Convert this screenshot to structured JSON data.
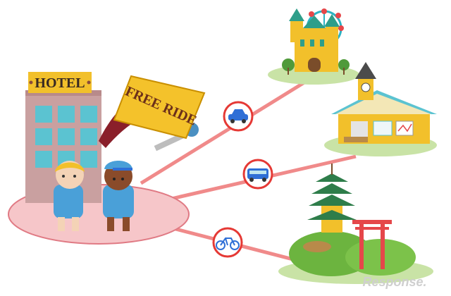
{
  "hotel": {
    "sign": "HOTEL"
  },
  "key_tag": {
    "text": "FREE RIDE"
  },
  "routes": [
    {
      "transport": "car-icon",
      "destination": "amusement-park"
    },
    {
      "transport": "bus-icon",
      "destination": "train-station"
    },
    {
      "transport": "bicycle-icon",
      "destination": "pagoda-temple"
    }
  ],
  "watermark": {
    "text": "Response."
  },
  "colors": {
    "route_line": "#f08a8a",
    "platform": "#f6c6c9",
    "hotel_wall": "#c9a0a0",
    "hotel_window": "#5bc3d1",
    "tag": "#f4c22b",
    "circle_border": "#e53935",
    "vehicle": "#2f6fd6",
    "grass": "#c9e3a6",
    "hill": "#6cb43f",
    "torii": "#e5474a"
  }
}
